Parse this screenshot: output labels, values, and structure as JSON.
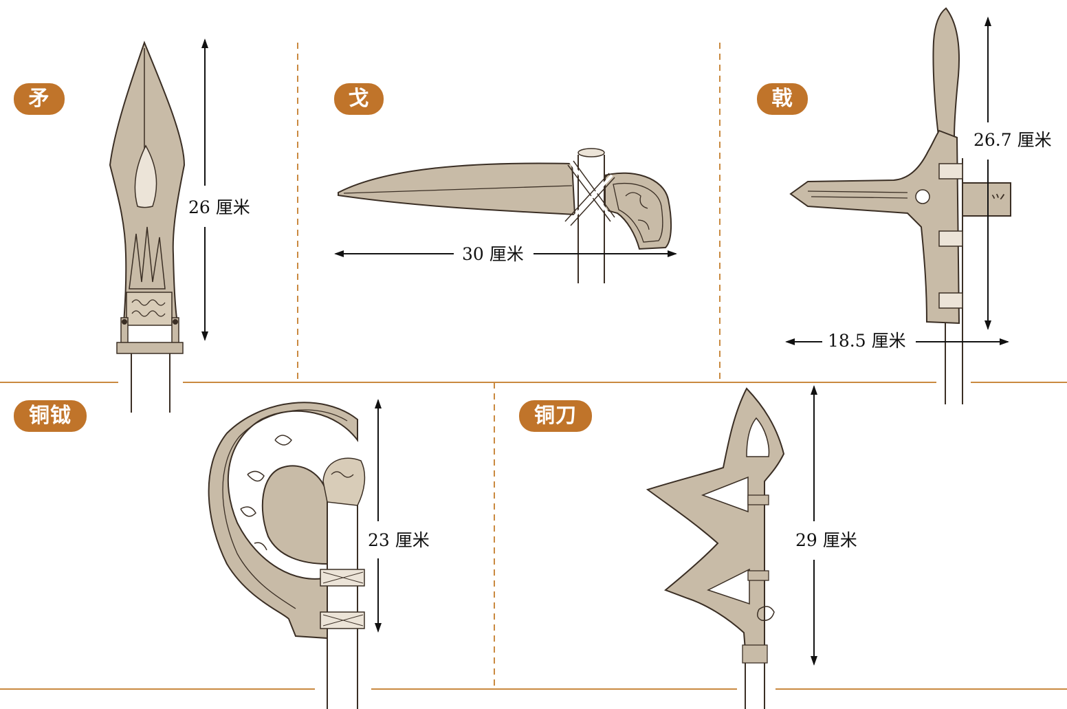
{
  "colors": {
    "badge_bg": "#c0742a",
    "badge_text": "#ffffff",
    "divider": "#c9893f",
    "bronze_fill": "#c8bba7",
    "outline": "#3a2e24",
    "background": "#ffffff"
  },
  "panels": {
    "mao": {
      "label": "矛",
      "measure": "26 厘米"
    },
    "ge": {
      "label": "戈",
      "measure": "30 厘米"
    },
    "ji": {
      "label": "戟",
      "measure_height": "26.7 厘米",
      "measure_width": "18.5 厘米"
    },
    "tong_yue": {
      "label": "铜钺",
      "measure": "23 厘米"
    },
    "tong_dao": {
      "label": "铜刀",
      "measure": "29 厘米"
    }
  }
}
